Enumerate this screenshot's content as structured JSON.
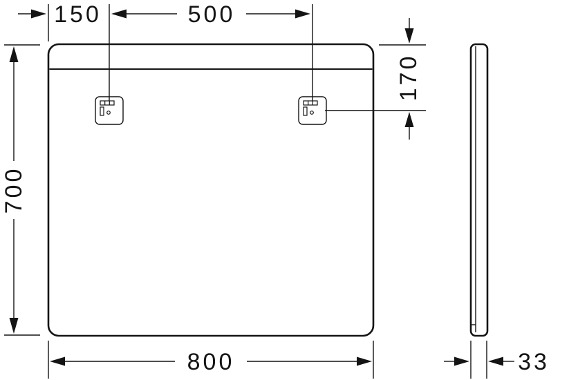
{
  "drawing": {
    "type": "technical-dimension-drawing",
    "colors": {
      "line": "#141414",
      "background": "#ffffff"
    }
  },
  "dimensions": {
    "bracket_offset_left": "150",
    "bracket_spacing": "500",
    "mirror_height": "700",
    "bracket_drop": "170",
    "mirror_width": "800",
    "mirror_depth": "33"
  }
}
